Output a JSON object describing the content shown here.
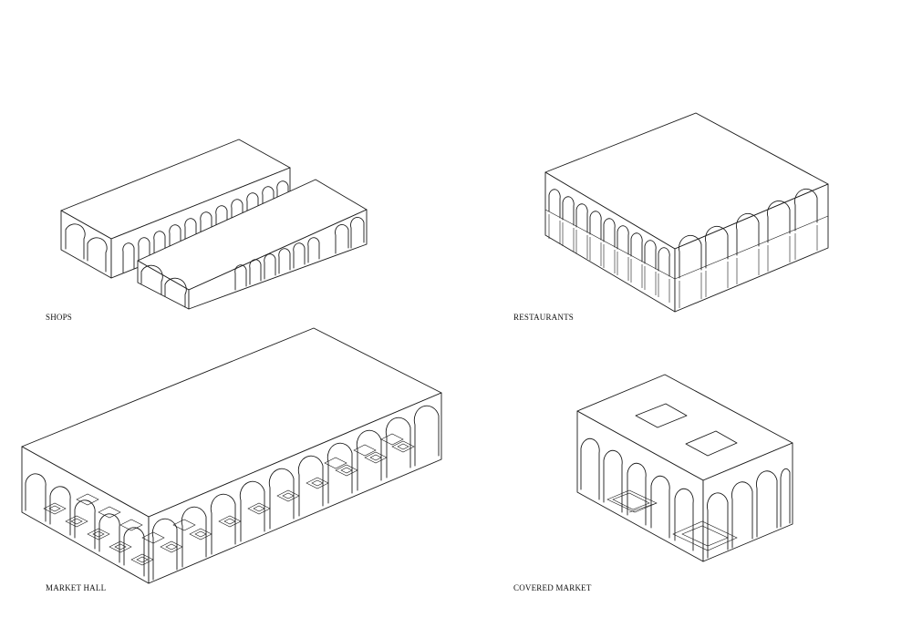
{
  "labels": {
    "shops": "SHOPS",
    "restaurants": "RESTAURANTS",
    "market_hall": "MARKET HALL",
    "covered_market": "COVERED MARKET"
  },
  "colors": {
    "line": "#1a1a1a",
    "background": "#ffffff"
  }
}
